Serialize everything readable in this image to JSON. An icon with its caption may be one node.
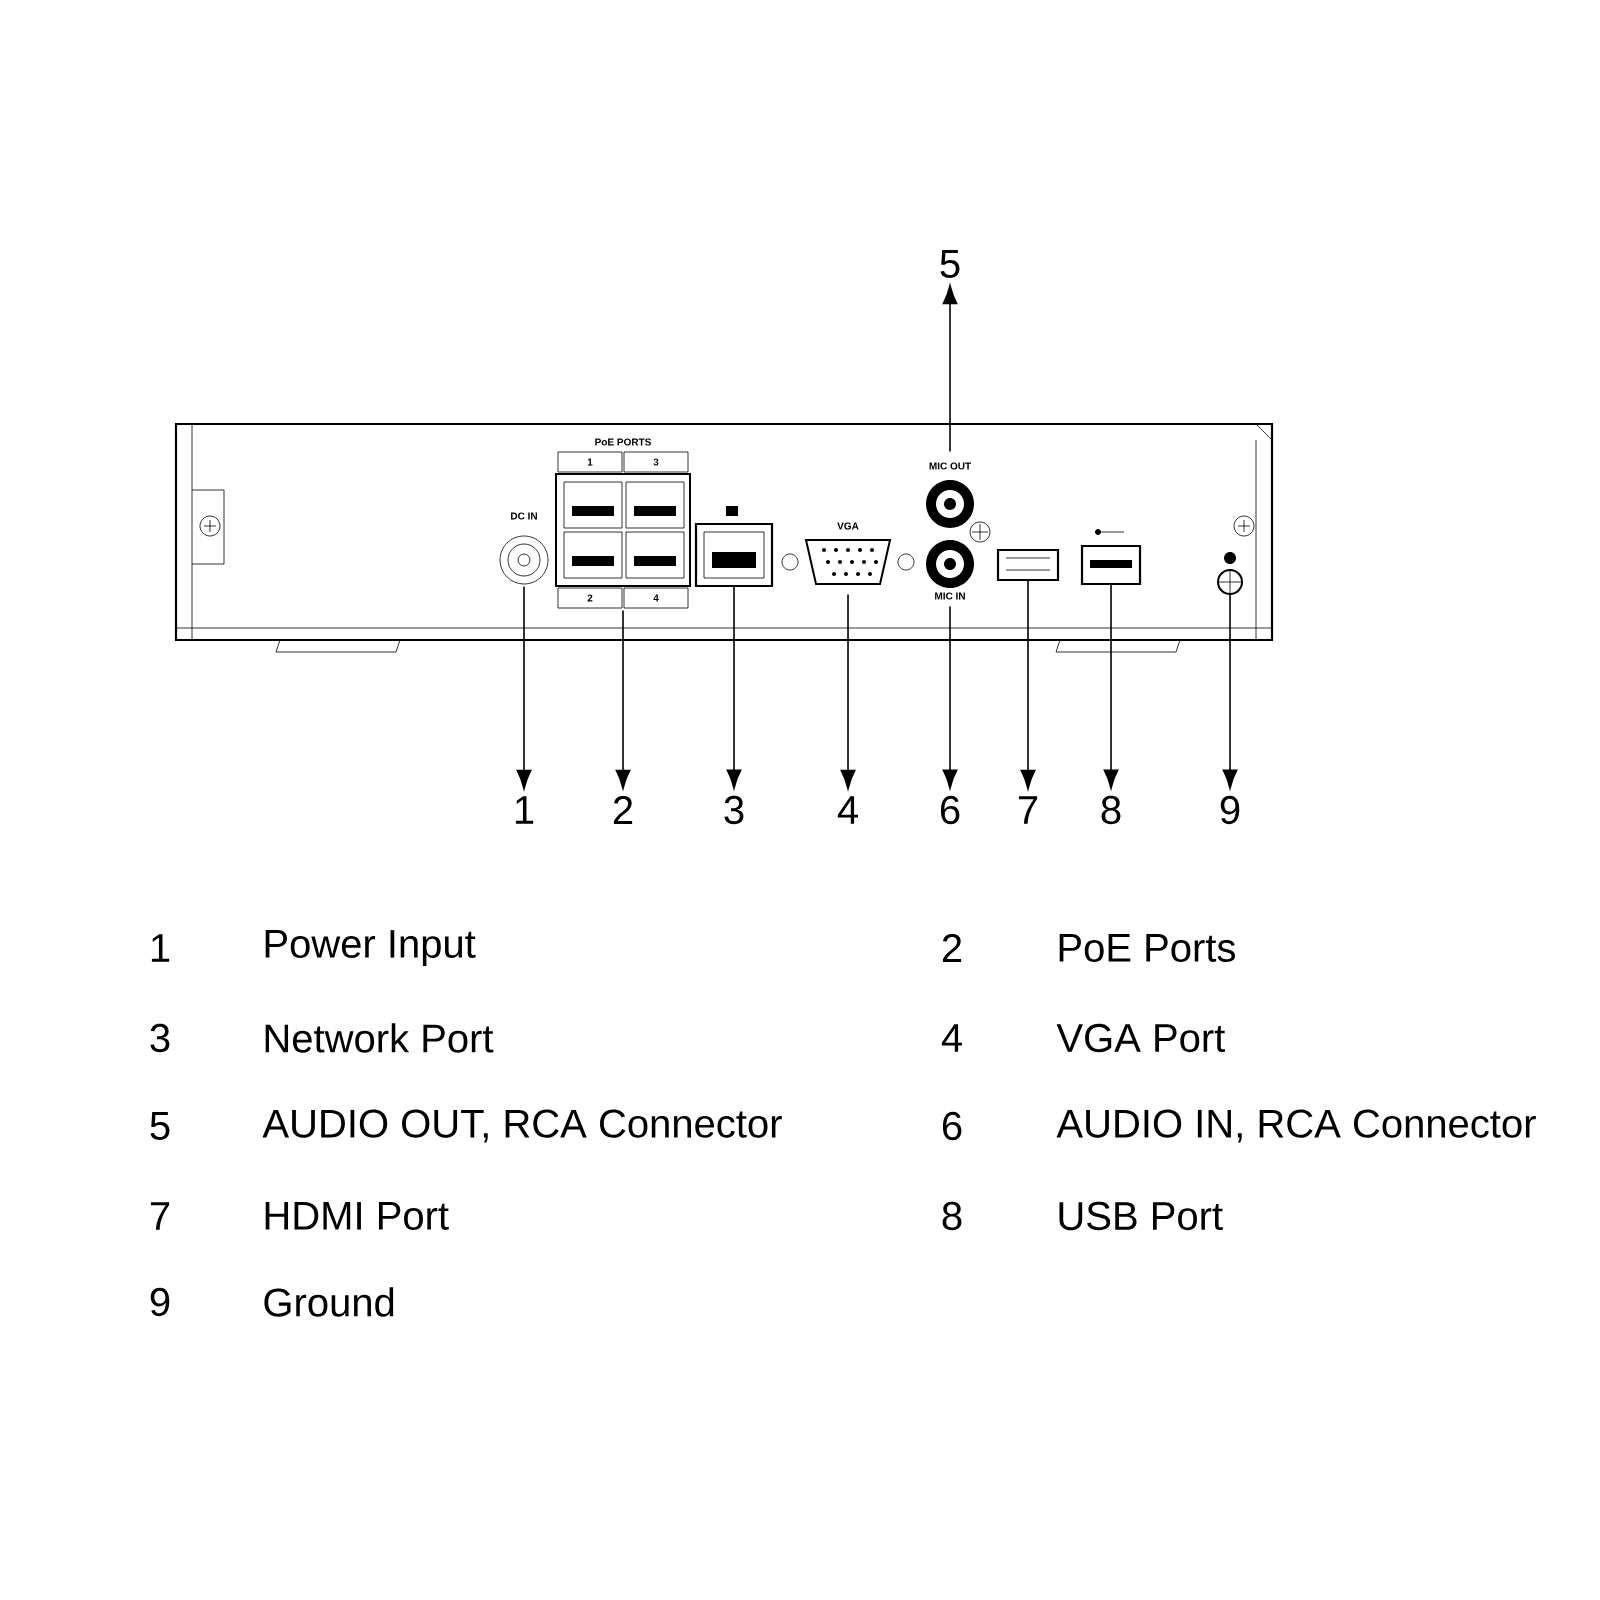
{
  "diagram": {
    "nodes": [
      {
        "text": [],
        "shape": "box"
      },
      {
        "text": [
          "DC IN"
        ],
        "in": 0
      },
      {
        "text": [
          "PoE PORTS",
          "1",
          "3",
          "2",
          "4"
        ],
        "in": 0
      },
      {
        "text": [],
        "shape": "box",
        "in": 0
      },
      {
        "text": [
          "VGA"
        ],
        "in": 0
      },
      {
        "text": [
          "MIC OUT"
        ],
        "in": 0
      },
      {
        "text": [
          "MIC IN"
        ],
        "in": 0
      },
      {
        "text": [],
        "shape": "box",
        "in": 0
      },
      {
        "text": [],
        "shape": "box",
        "in": 0
      },
      {
        "text": [],
        "shape": "circle",
        "in": 0
      },
      {
        "text": [
          "5"
        ]
      },
      {
        "text": [
          "1"
        ]
      },
      {
        "text": [
          "2"
        ]
      },
      {
        "text": [
          "3"
        ]
      },
      {
        "text": [
          "4"
        ]
      },
      {
        "text": [
          "6"
        ]
      },
      {
        "text": [
          "7"
        ]
      },
      {
        "text": [
          "8"
        ]
      },
      {
        "text": [
          "9"
        ]
      }
    ],
    "edges": [
      {
        "from": 5,
        "to": 10,
        "arrow": "to"
      },
      {
        "from": 1,
        "to": 11,
        "arrow": "to"
      },
      {
        "from": 2,
        "to": 12,
        "arrow": "to"
      },
      {
        "from": 3,
        "to": 13,
        "arrow": "to"
      },
      {
        "from": 4,
        "to": 14,
        "arrow": "to"
      },
      {
        "from": 6,
        "to": 15,
        "arrow": "to"
      },
      {
        "from": 7,
        "to": 16,
        "arrow": "to"
      },
      {
        "from": 8,
        "to": 17,
        "arrow": "to"
      },
      {
        "from": 9,
        "to": 18,
        "arrow": "to"
      }
    ],
    "labels": [
      "1",
      "Power Input",
      "2",
      "PoE Ports",
      "3",
      "Network Port",
      "4",
      "VGA Port",
      "5",
      "AUDIO OUT, RCA Connector",
      "6",
      "AUDIO IN, RCA Connector",
      "7",
      "HDMI Port",
      "8",
      "USB Port",
      "9",
      "Ground"
    ]
  }
}
